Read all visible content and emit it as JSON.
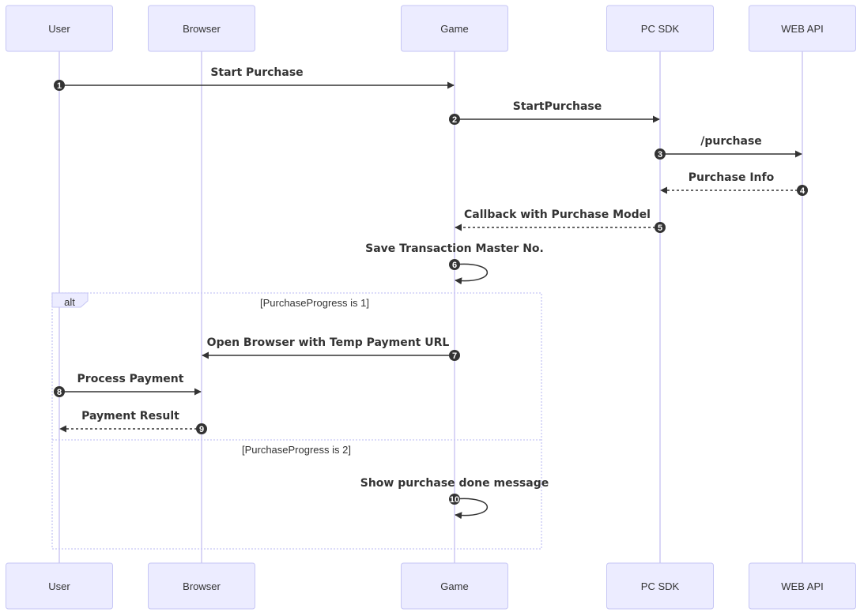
{
  "actors": [
    {
      "id": "user",
      "label": "User"
    },
    {
      "id": "browser",
      "label": "Browser"
    },
    {
      "id": "game",
      "label": "Game"
    },
    {
      "id": "pcsdk",
      "label": "PC SDK"
    },
    {
      "id": "webapi",
      "label": "WEB API"
    }
  ],
  "messages": [
    {
      "num": "1",
      "from": "user",
      "to": "game",
      "text": "Start Purchase",
      "style": "solid"
    },
    {
      "num": "2",
      "from": "game",
      "to": "pcsdk",
      "text": "StartPurchase",
      "style": "solid"
    },
    {
      "num": "3",
      "from": "pcsdk",
      "to": "webapi",
      "text": "/purchase",
      "style": "solid"
    },
    {
      "num": "4",
      "from": "webapi",
      "to": "pcsdk",
      "text": "Purchase Info",
      "style": "dashed"
    },
    {
      "num": "5",
      "from": "pcsdk",
      "to": "game",
      "text": "Callback with Purchase Model",
      "style": "dashed"
    },
    {
      "num": "6",
      "from": "game",
      "to": "game",
      "text": "Save Transaction Master No.",
      "style": "solid"
    },
    {
      "num": "7",
      "from": "game",
      "to": "browser",
      "text": "Open Browser with Temp Payment URL",
      "style": "solid"
    },
    {
      "num": "8",
      "from": "user",
      "to": "browser",
      "text": "Process Payment",
      "style": "solid"
    },
    {
      "num": "9",
      "from": "browser",
      "to": "user",
      "text": "Payment Result",
      "style": "dashed"
    },
    {
      "num": "10",
      "from": "game",
      "to": "game",
      "text": "Show purchase done message",
      "style": "solid"
    }
  ],
  "alt": {
    "label": "alt",
    "sections": [
      "[PurchaseProgress is 1]",
      "[PurchaseProgress is 2]"
    ]
  }
}
